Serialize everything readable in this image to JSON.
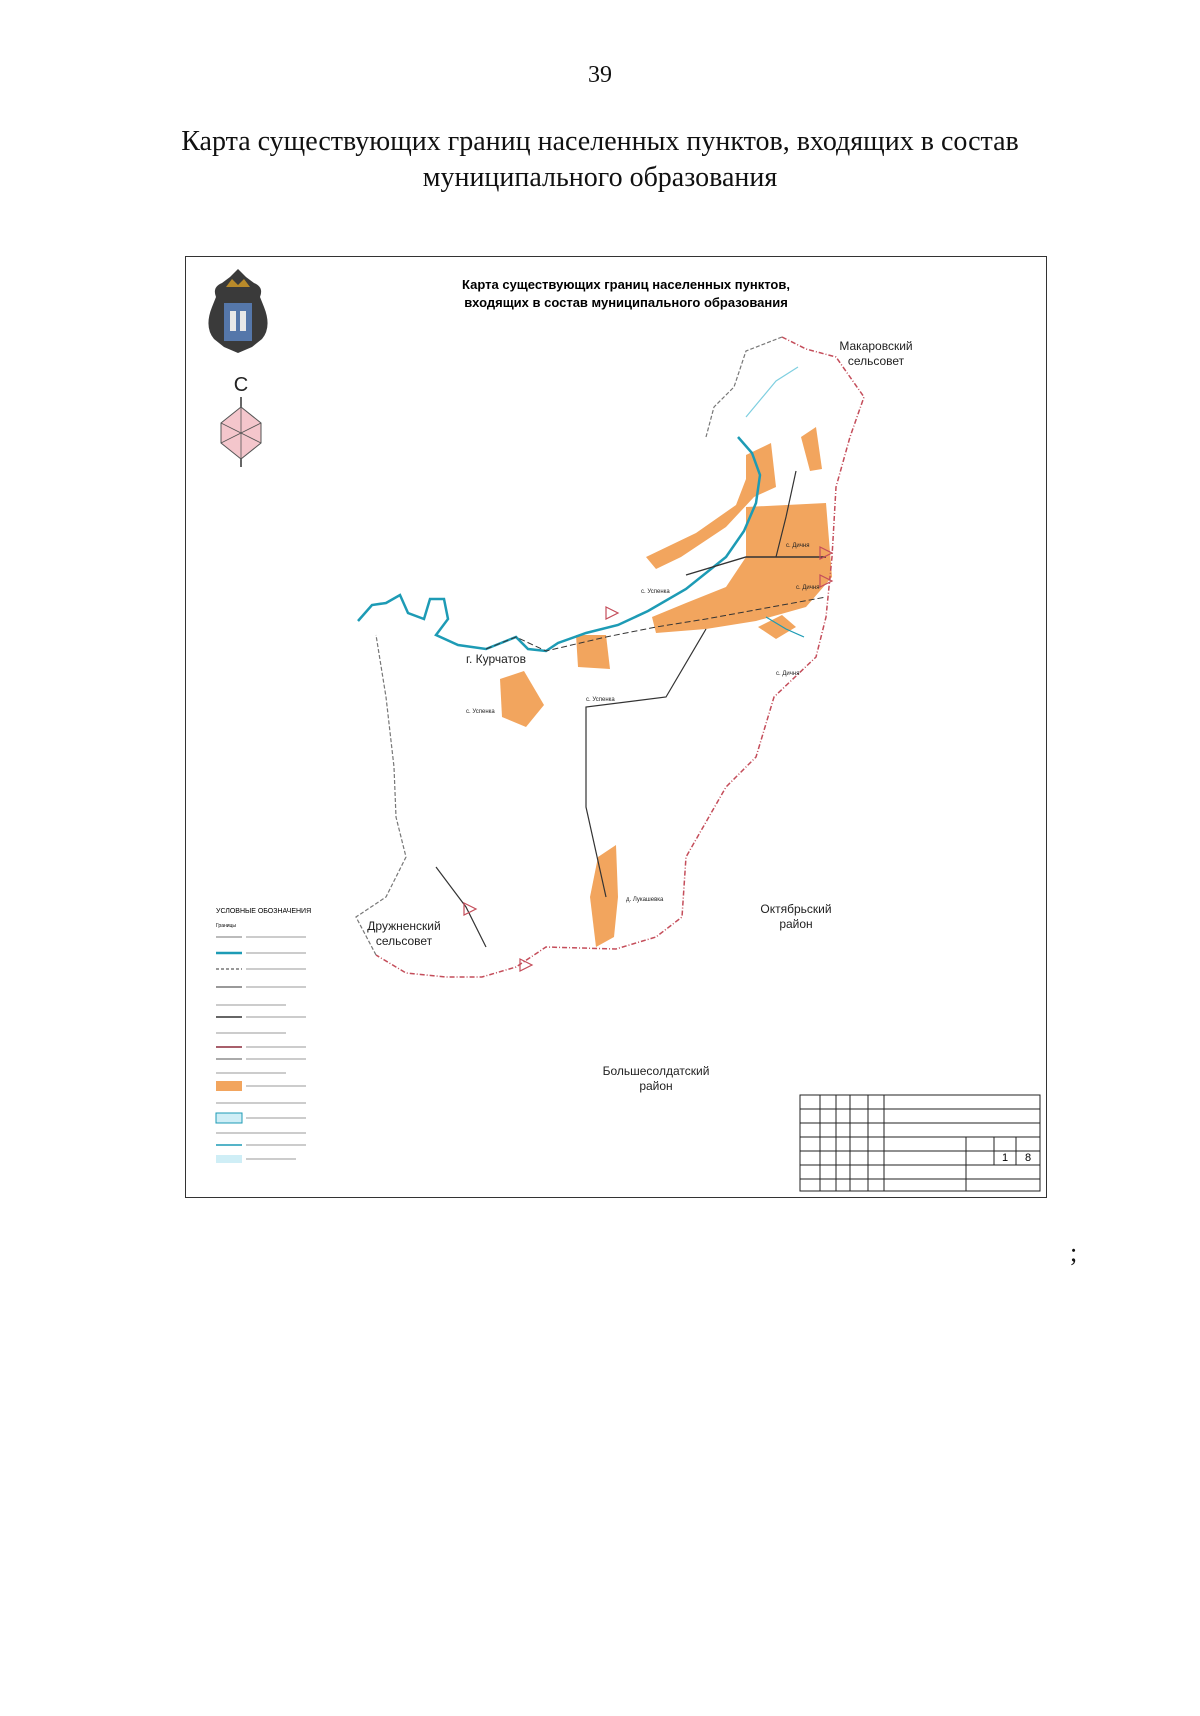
{
  "page": {
    "number": "39",
    "semicolon": ";"
  },
  "document": {
    "title_line1": "Карта существующих границ населенных пунктов, входящих в состав",
    "title_line2": "муниципального образования"
  },
  "map": {
    "title_line1": "Карта существующих границ населенных пунктов,",
    "title_line2": "входящих в состав муниципального образования",
    "north_letter": "С",
    "neighbors": {
      "makarovsky_1": "Макаровский",
      "makarovsky_2": "сельсовет",
      "kurchatov": "г. Курчатов",
      "oktyabrsky_1": "Октябрьский",
      "oktyabrsky_2": "район",
      "druzhnensky_1": "Дружненский",
      "druzhnensky_2": "сельсовет",
      "bolshesoldatsky_1": "Большесолдатский",
      "bolshesoldatsky_2": "район"
    },
    "settlements": {
      "ustinka_1": "с. Успенка",
      "ustinka_2": "с. Успенка",
      "ustinka_3": "с. Успенка",
      "dichnya_1": "с. Дичня",
      "dichnya_2": "с. Дичня",
      "dichnya_3": "с. Дичня",
      "lukashevka": "д. Лукашевка"
    },
    "legend": {
      "title": "УСЛОВНЫЕ ОБОЗНАЧЕНИЯ",
      "borders": "Границы"
    },
    "stamp": {
      "sheet": "1",
      "sheets": "8"
    },
    "colors": {
      "settlement_fill": "#f2a55e",
      "district_border": "#c44d5a",
      "river": "#1d9bb5",
      "road": "#333333"
    }
  }
}
